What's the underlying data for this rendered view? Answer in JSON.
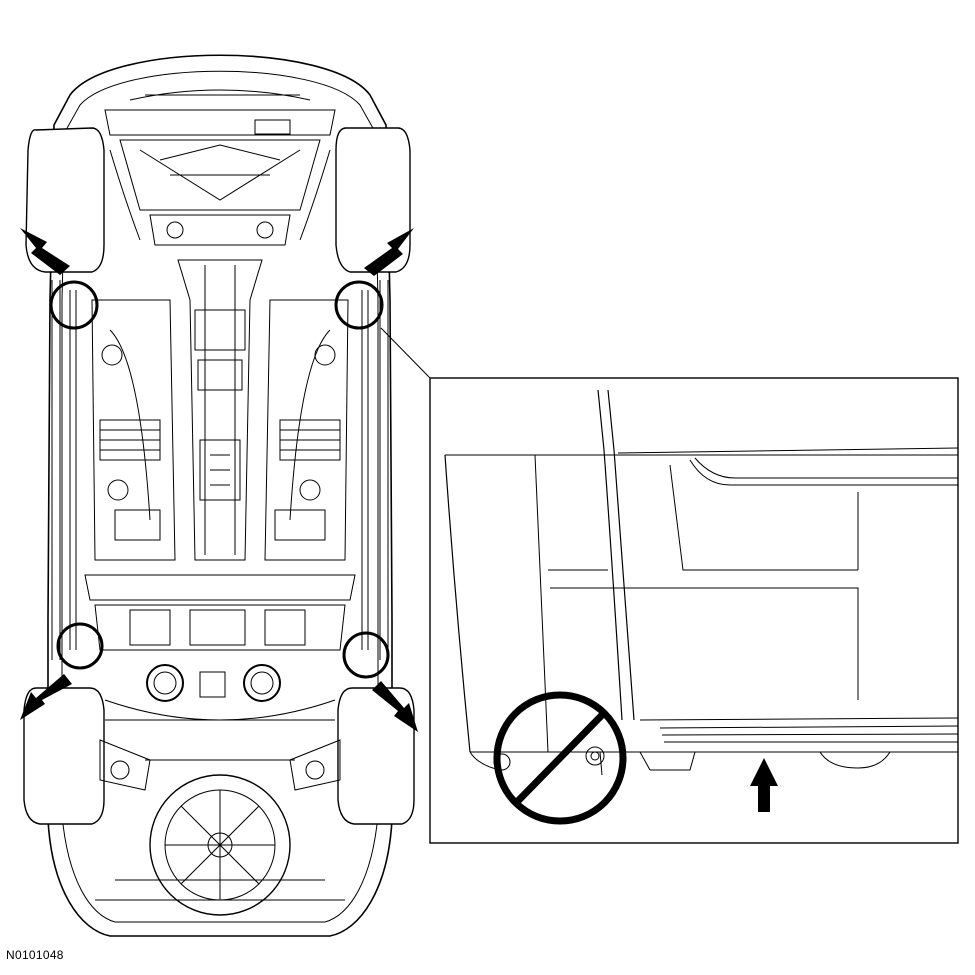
{
  "figure": {
    "id_label": "N0101048"
  },
  "callouts": {
    "lift_points": [
      "front-left",
      "front-right",
      "rear-left",
      "rear-right"
    ],
    "detail_view": "front-right",
    "prohibited_symbol": "prohibition-icon",
    "indicator": "up-arrow-icon"
  },
  "colors": {
    "line": "#000000",
    "background": "#ffffff"
  }
}
